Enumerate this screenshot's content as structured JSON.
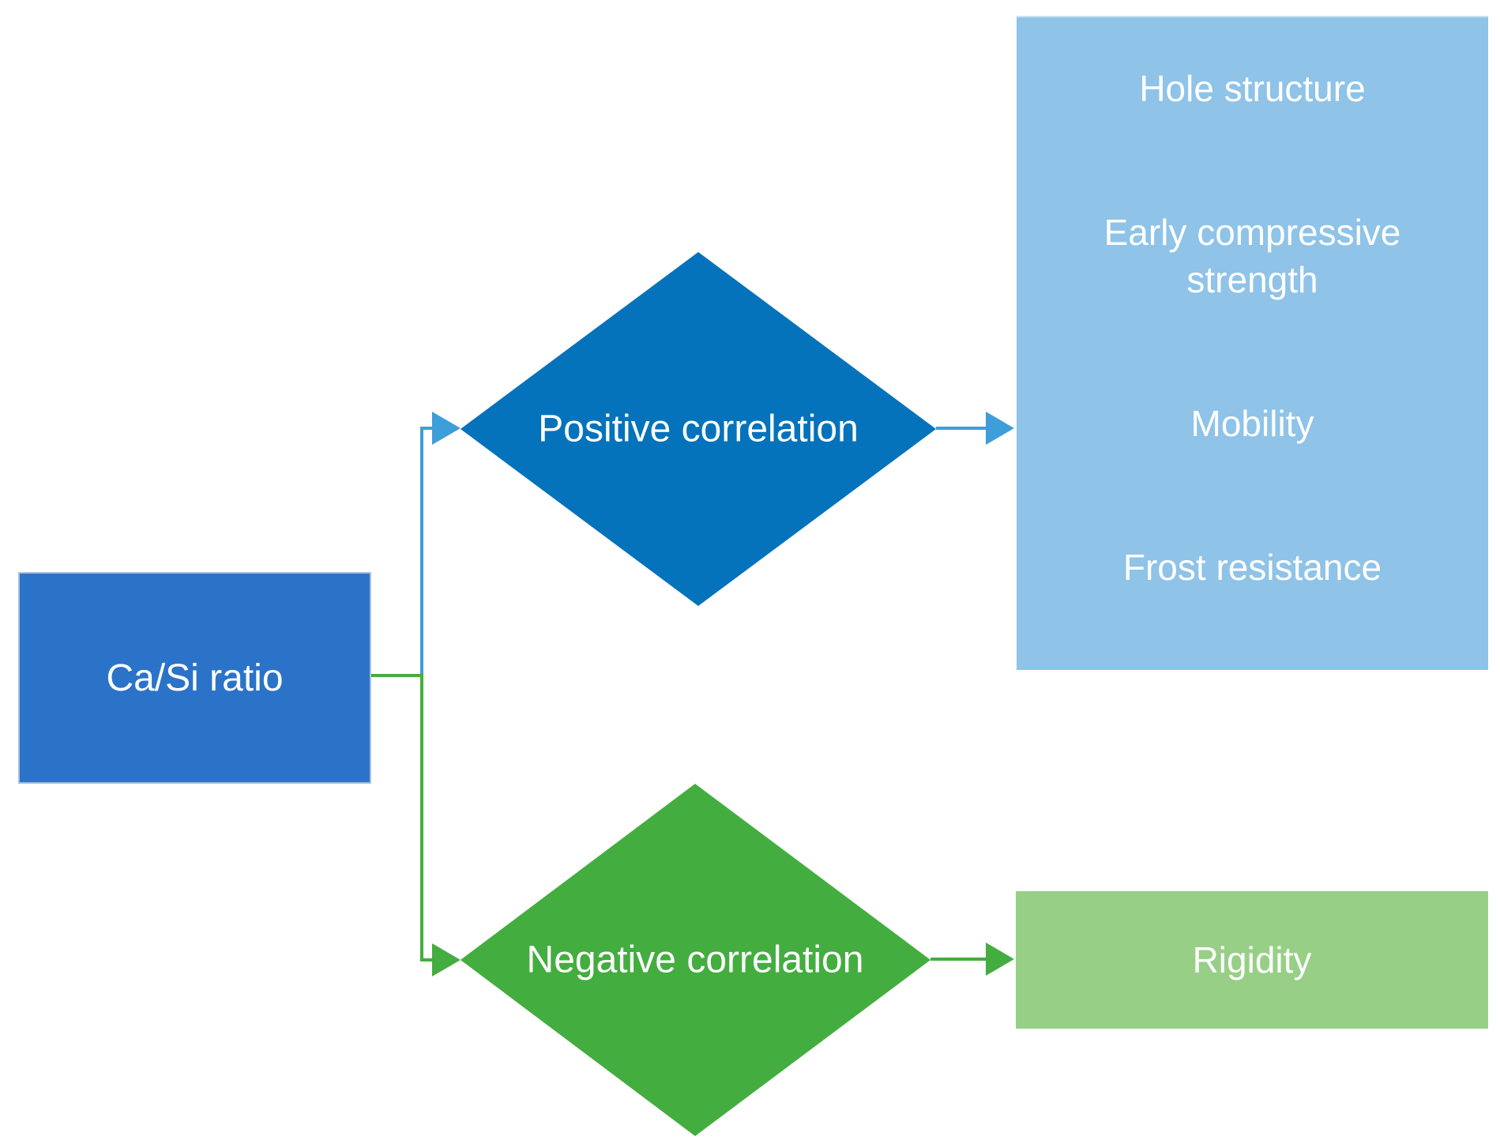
{
  "diagram": {
    "root": {
      "label": "Ca/Si ratio"
    },
    "branches": [
      {
        "label": "Positive correlation",
        "outcomes": [
          "Hole structure",
          "Early compressive\nstrength",
          "Mobility",
          "Frost resistance"
        ]
      },
      {
        "label": "Negative correlation",
        "outcomes": [
          "Rigidity"
        ]
      }
    ],
    "colors": {
      "root_fill": "#2b73c9",
      "root_border": "#a9bfdc",
      "positive_diamond_fill": "#0473bb",
      "negative_diamond_fill": "#44ad40",
      "outcomes_panel_fill": "#8fc3e8",
      "rigidity_fill": "#97cf86",
      "blue_arrow": "#3e9ed9",
      "green_arrow": "#44ad40",
      "label_text": "#ffffff"
    }
  }
}
